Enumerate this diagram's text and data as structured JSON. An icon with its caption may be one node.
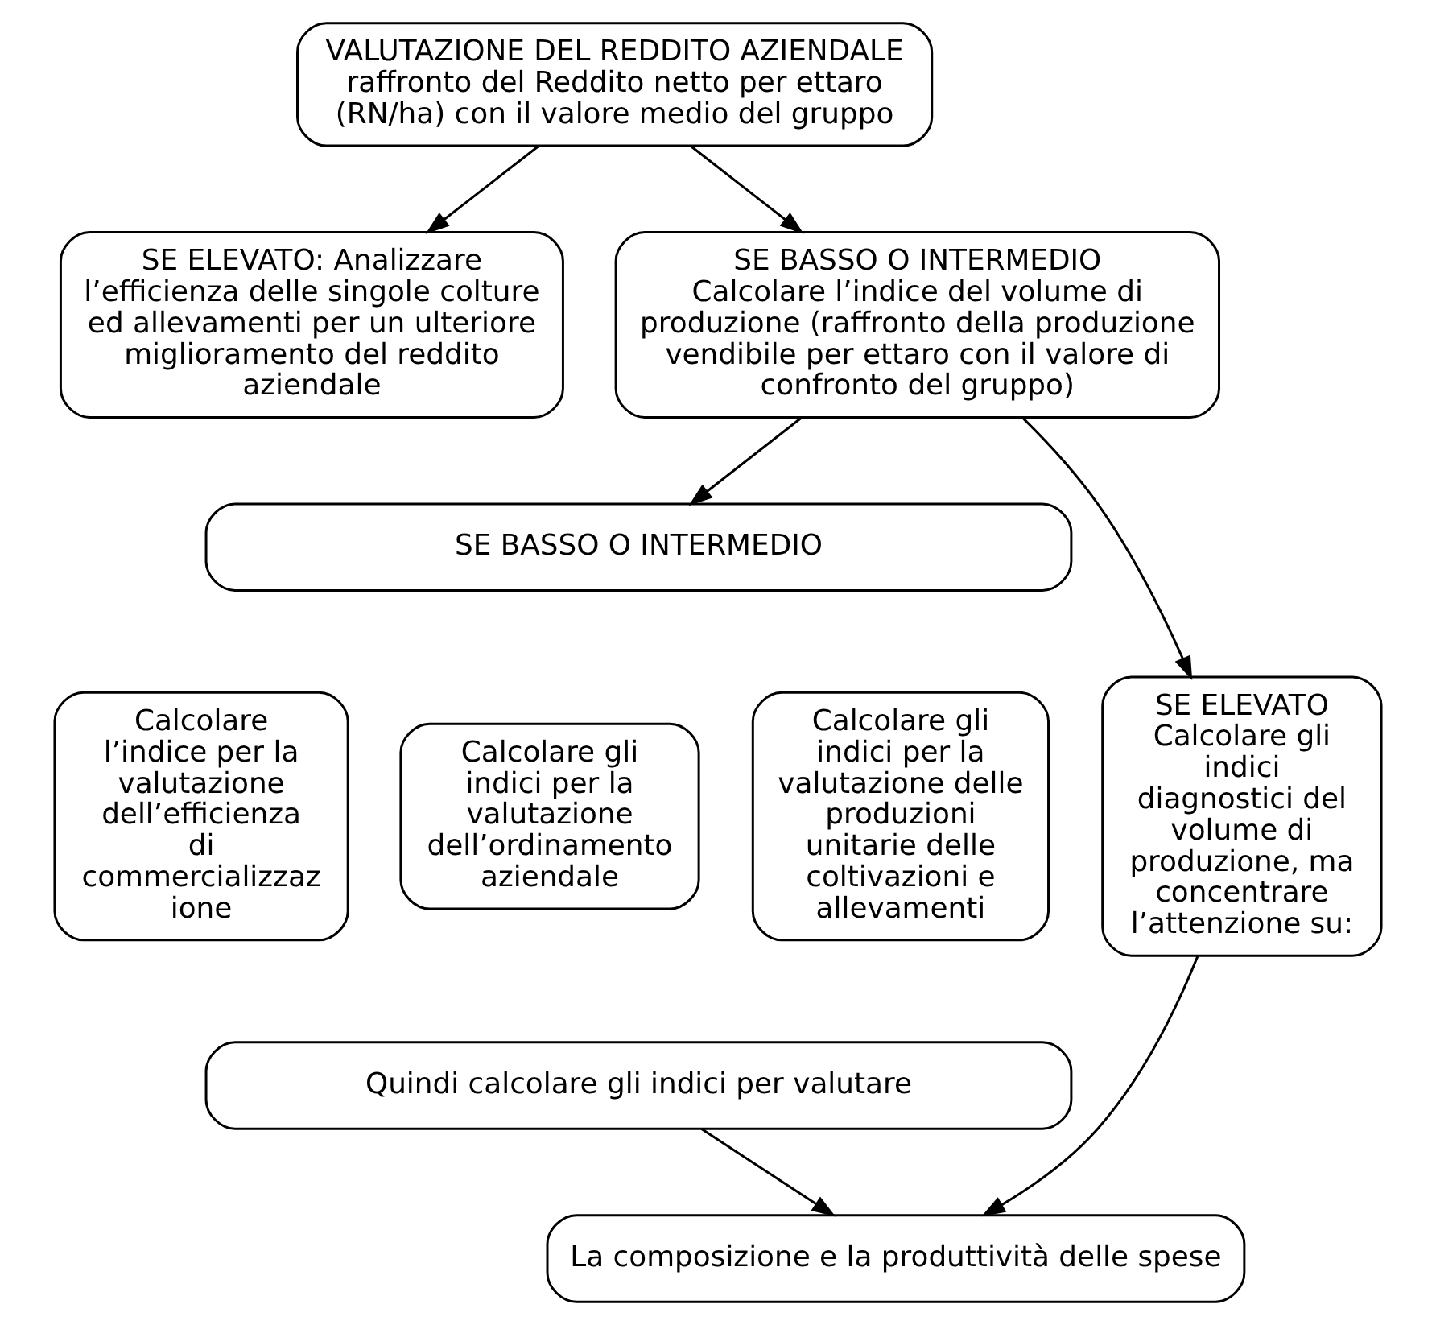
{
  "diagram": {
    "nodes": [
      {
        "text": [
          "VALUTAZIONE DEL REDDITO AZIENDALE",
          "raffronto del Reddito netto per ettaro (RN/ha) con il valore medio del gruppo"
        ]
      },
      {
        "text": [
          "SE ELEVATO: Analizzare l’efficienza delle singole colture ed allevamenti per un ulteriore miglioramento del reddito aziendale"
        ]
      },
      {
        "text": [
          "SE BASSO O INTERMEDIO",
          "Calcolare l’indice del volume di produzione (raffronto della produzione vendibile per ettaro con il valore di confronto del gruppo)"
        ]
      },
      {
        "text": [
          "SE BASSO O INTERMEDIO"
        ]
      },
      {
        "text": [
          "SE ELEVATO",
          "Calcolare gli indici diagnostici del volume di produzione, ma concentrare l’attenzione su:"
        ]
      },
      {
        "text": [
          "Calcolare l’indice per la valutazione dell’efficienza di commercializzaz ione"
        ]
      },
      {
        "text": [
          "Calcolare gli indici per la valutazione dell’ordinamento aziendale"
        ]
      },
      {
        "text": [
          "Calcolare gli indici per la valutazione delle produzioni unitarie delle coltivazioni e allevamenti"
        ]
      },
      {
        "text": [
          "Quindi calcolare gli indici per valutare"
        ]
      },
      {
        "text": [
          "La composizione e la produttività delle spese"
        ]
      }
    ],
    "edges": [
      {
        "from": 0,
        "to": 1,
        "arrow": "to"
      },
      {
        "from": 0,
        "to": 2,
        "arrow": "to"
      },
      {
        "from": 2,
        "to": 4,
        "arrow": "to"
      },
      {
        "from": 2,
        "to": 3,
        "arrow": "to"
      },
      {
        "from": 4,
        "to": 9,
        "arrow": "to"
      },
      {
        "from": 8,
        "to": 9,
        "arrow": "to"
      }
    ]
  }
}
